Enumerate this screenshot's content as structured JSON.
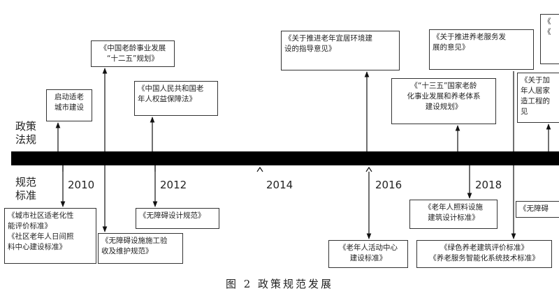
{
  "rows": {
    "top_label": "政策\n法规",
    "bottom_label": "规范\n标准"
  },
  "years": [
    "2010",
    "2012",
    "2014",
    "2016",
    "2018"
  ],
  "policies_top": [
    "启动适老\n城市建设",
    "《中国老龄事业发展\n“十二五”规划》",
    "《中国人民共和国老\n年人权益保障法》",
    "《关于推进老年宜居环境建\n设的指导意见》",
    "《“十三五”国家老龄\n化事业发展和养老体系\n建设规划》",
    "《关于推进养老服务发\n展的意见》",
    "《\n《",
    "《关于加\n年人居家\n造工程的\n见"
  ],
  "standards_bottom": [
    "《城市社区适老化性\n能评价标准》\n《社区老年人日间照\n料中心建设标准》",
    "《无障碍设施施工验\n收及维护规范》",
    "《无障碍设计规范》",
    "《老年人活动中心\n建设标准》",
    "《老年人照料设施\n建筑设计标准》",
    "《绿色养老建筑评价标准》\n《养老服务智能化系统技术标准》",
    "《无障碍"
  ],
  "caption": "图 2   政策规范发展"
}
